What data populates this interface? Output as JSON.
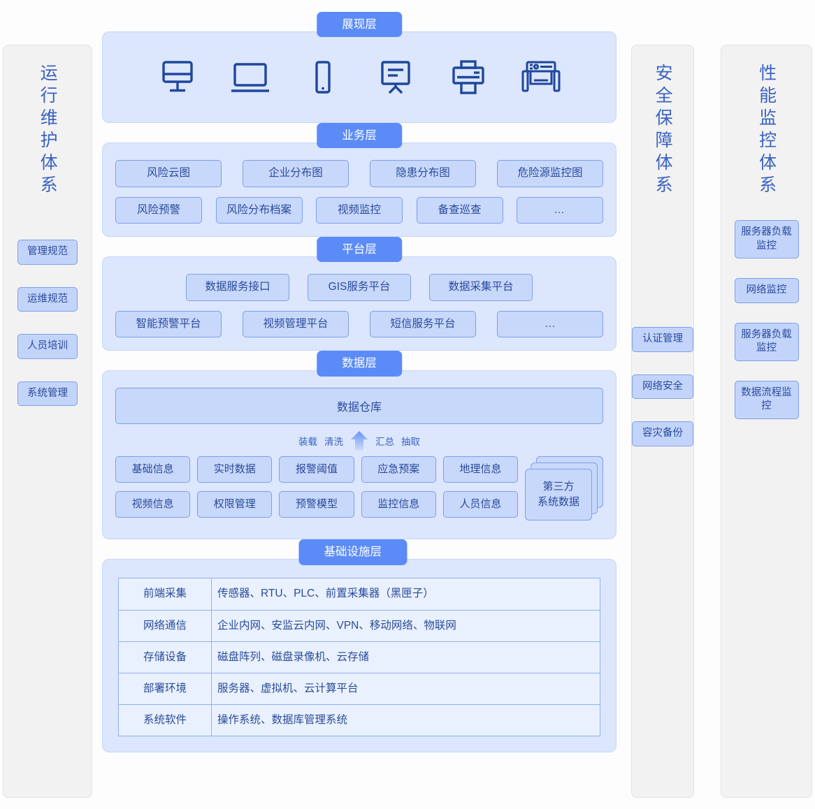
{
  "pillars": {
    "left": {
      "title": "运行维护体系",
      "items": [
        "管理规范",
        "运维规范",
        "人员培训",
        "系统管理"
      ]
    },
    "security": {
      "title": "安全保障体系",
      "items": [
        "认证管理",
        "网络安全",
        "容灾备份"
      ]
    },
    "performance": {
      "title": "性能监控体系",
      "items": [
        "服务器负载监控",
        "网络监控",
        "服务器负载监控",
        "数据流程监控"
      ]
    }
  },
  "layers": {
    "presentation": {
      "badge": "展现层",
      "devices": [
        "desktop-monitor-icon",
        "laptop-icon",
        "mobile-phone-icon",
        "whiteboard-icon",
        "printer-icon",
        "large-display-icon"
      ]
    },
    "business": {
      "badge": "业务层",
      "row1": [
        "风险云图",
        "企业分布图",
        "隐患分布图",
        "危险源监控图"
      ],
      "row2": [
        "风险预警",
        "风险分布档案",
        "视频监控",
        "备查巡查",
        "…"
      ]
    },
    "platform": {
      "badge": "平台层",
      "row1": [
        "数据服务接口",
        "GIS服务平台",
        "数据采集平台"
      ],
      "row2": [
        "智能预警平台",
        "视频管理平台",
        "短信服务平台",
        "…"
      ]
    },
    "data": {
      "badge": "数据层",
      "warehouse": "数据仓库",
      "flow_left": [
        "装载",
        "清洗"
      ],
      "flow_right": [
        "汇总",
        "抽取"
      ],
      "row1": [
        "基础信息",
        "实时数据",
        "报警阈值",
        "应急预案",
        "地理信息"
      ],
      "row2": [
        "视频信息",
        "权限管理",
        "预警模型",
        "监控信息",
        "人员信息"
      ],
      "third_party_line1": "第三方",
      "third_party_line2": "系统数据"
    },
    "infrastructure": {
      "badge": "基础设施层",
      "rows": [
        {
          "key": "前端采集",
          "value": "传感器、RTU、PLC、前置采集器（黑匣子）"
        },
        {
          "key": "网络通信",
          "value": "企业内网、安监云内网、VPN、移动网络、物联网"
        },
        {
          "key": "存储设备",
          "value": "磁盘阵列、磁盘录像机、云存储"
        },
        {
          "key": "部署环境",
          "value": "服务器、虚拟机、云计算平台"
        },
        {
          "key": "系统软件",
          "value": "操作系统、数据库管理系统"
        }
      ]
    }
  },
  "colors": {
    "badge_blue": "#5b8bf7",
    "panel_fill": "#dce6fd",
    "chip_fill": "#c8d8fb",
    "chip_border": "#7f9fe8",
    "text_blue": "#2a4b9b",
    "pillar_fill": "#f2f2f2",
    "icon_stroke": "#1f479b"
  }
}
